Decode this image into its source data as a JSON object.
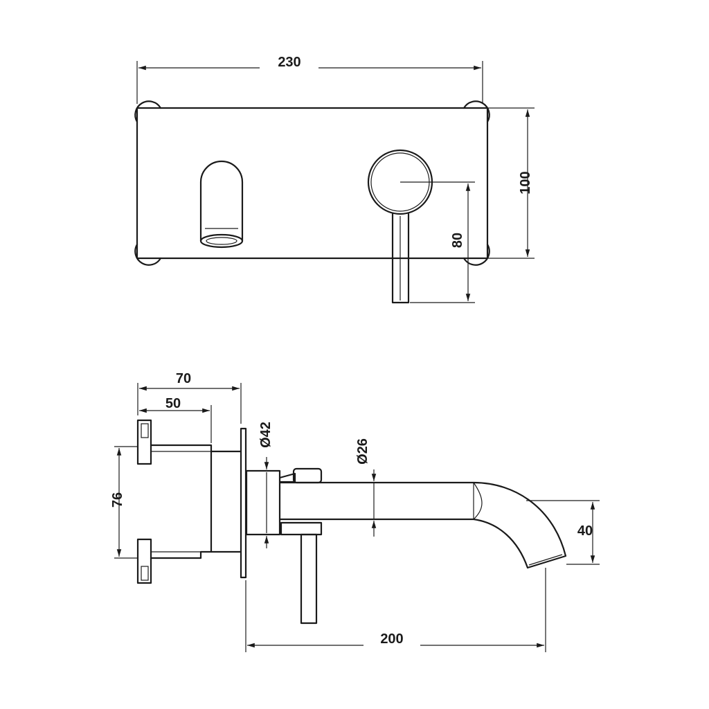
{
  "front_view": {
    "width_label": "230",
    "height_label": "100",
    "lever_height_label": "80"
  },
  "side_view": {
    "depth_label": "70",
    "inner_depth_label": "50",
    "flange_height_label": "76",
    "body_diameter_label": "Ø42",
    "spout_diameter_label": "Ø26",
    "spout_drop_label": "40",
    "spout_length_label": "200"
  }
}
